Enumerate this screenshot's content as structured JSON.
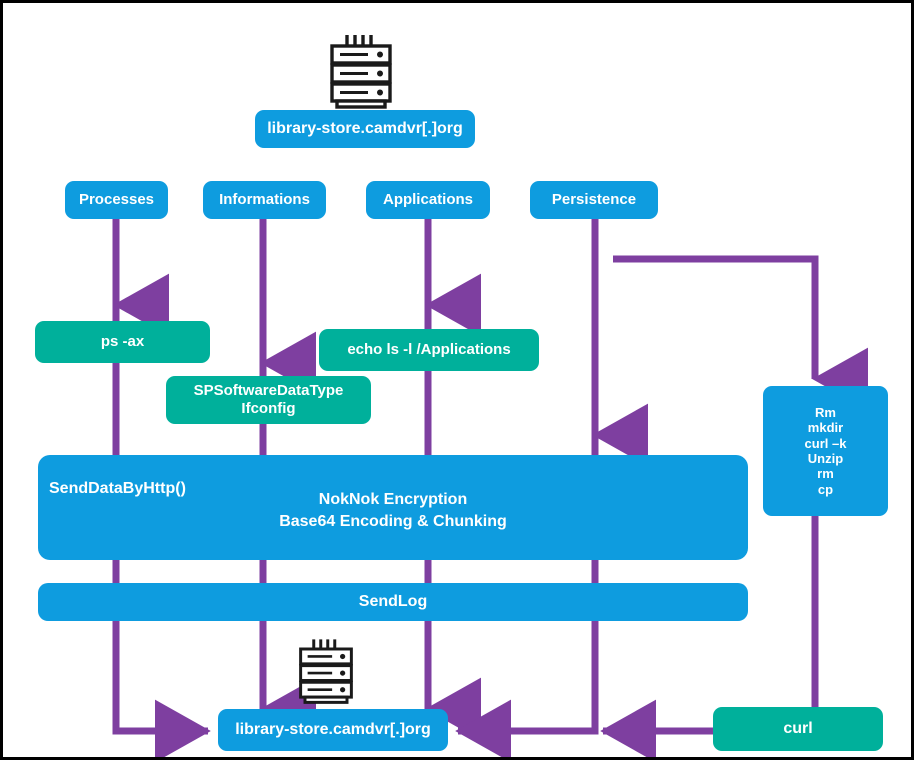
{
  "diagram": {
    "title_c2": "library-store.camdvr[.]org",
    "colors": {
      "blue": "#0e9cdf",
      "teal": "#00b09b",
      "arrow": "#7e3fa0",
      "frame": "#000000",
      "text": "#ffffff"
    },
    "icons": {
      "server_top": "server-rack-icon",
      "server_bottom": "server-rack-icon"
    },
    "nodes": {
      "c2_top": "library-store.camdvr[.]org",
      "c2_bottom": "library-store.camdvr[.]org",
      "collect_processes": "Processes",
      "collect_informations": "Informations",
      "collect_applications": "Applications",
      "collect_persistence": "Persistence",
      "cmd_ps": "ps -ax",
      "cmd_sp": "SPSoftwareDataType\nIfconfig",
      "cmd_echo": "echo ls -l /Applications",
      "cmd_persistence": "Rm\nmkdir\ncurl –k\nUnzip\nrm\ncp",
      "cmd_curl": "curl",
      "exfil_func": "SendDataByHttp()",
      "exfil_detail": "NokNok Encryption\nBase64 Encoding & Chunking",
      "sendlog": "SendLog"
    }
  }
}
